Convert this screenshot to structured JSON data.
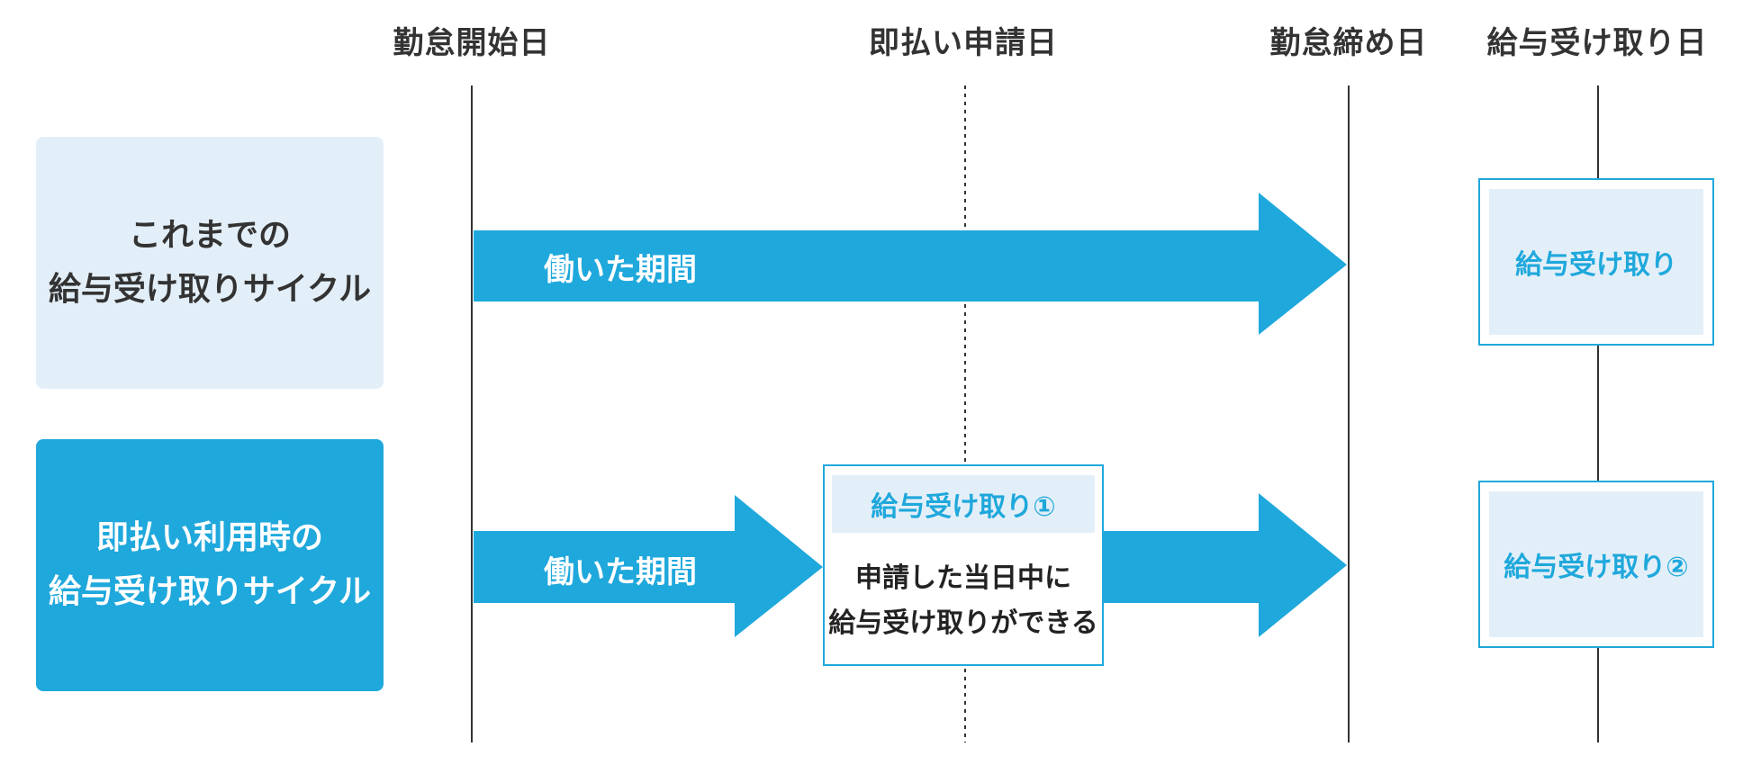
{
  "headers": {
    "work_start": "勤怠開始日",
    "request_day": "即払い申請日",
    "work_close": "勤怠締め日",
    "payday": "給与受け取り日"
  },
  "rows": {
    "conventional": {
      "label_line1": "これまでの",
      "label_line2": "給与受け取りサイクル",
      "arrow_label": "働いた期間",
      "payment_label": "給与受け取り"
    },
    "instant": {
      "label_line1": "即払い利用時の",
      "label_line2": "給与受け取りサイクル",
      "arrow_label": "働いた期間",
      "instant_payment_label": "給与受け取り①",
      "instant_desc_line1": "申請した当日中に",
      "instant_desc_line2": "給与受け取りができる",
      "payment_label": "給与受け取り②"
    }
  },
  "colors": {
    "accent_blue": "#1fa8dc",
    "light_blue": "#e3eff8",
    "line": "#333333"
  }
}
